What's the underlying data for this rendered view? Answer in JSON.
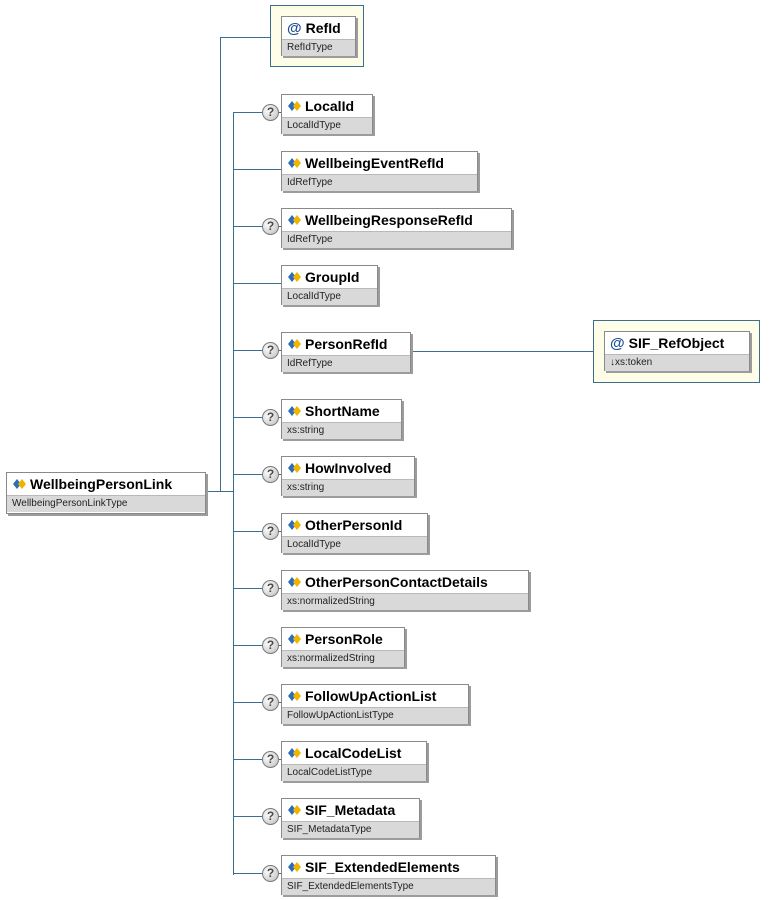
{
  "root": {
    "name": "WellbeingPersonLink",
    "type": "WellbeingPersonLinkType",
    "icon": "element-icon"
  },
  "attribute": {
    "name": "RefId",
    "type": "RefIdType",
    "icon": "at-icon"
  },
  "children": [
    {
      "name": "LocalId",
      "type": "LocalIdType",
      "optional": true
    },
    {
      "name": "WellbeingEventRefId",
      "type": "IdRefType",
      "optional": false
    },
    {
      "name": "WellbeingResponseRefId",
      "type": "IdRefType",
      "optional": true
    },
    {
      "name": "GroupId",
      "type": "LocalIdType",
      "optional": false
    },
    {
      "name": "PersonRefId",
      "type": "IdRefType",
      "optional": true
    },
    {
      "name": "ShortName",
      "type": "xs:string",
      "optional": true
    },
    {
      "name": "HowInvolved",
      "type": "xs:string",
      "optional": true
    },
    {
      "name": "OtherPersonId",
      "type": "LocalIdType",
      "optional": true
    },
    {
      "name": "OtherPersonContactDetails",
      "type": "xs:normalizedString",
      "optional": true
    },
    {
      "name": "PersonRole",
      "type": "xs:normalizedString",
      "optional": true
    },
    {
      "name": "FollowUpActionList",
      "type": "FollowUpActionListType",
      "optional": true
    },
    {
      "name": "LocalCodeList",
      "type": "LocalCodeListType",
      "optional": true
    },
    {
      "name": "SIF_Metadata",
      "type": "SIF_MetadataType",
      "optional": true
    },
    {
      "name": "SIF_ExtendedElements",
      "type": "SIF_ExtendedElementsType",
      "optional": true
    }
  ],
  "ref_attribute": {
    "name": "SIF_RefObject",
    "type": "↓xs:token",
    "icon": "at-icon"
  },
  "optional_marker": "?",
  "colors": {
    "connector": "#3b6e8f",
    "type_band": "#d9d9d9",
    "attr_bg": "#fdfde8"
  }
}
